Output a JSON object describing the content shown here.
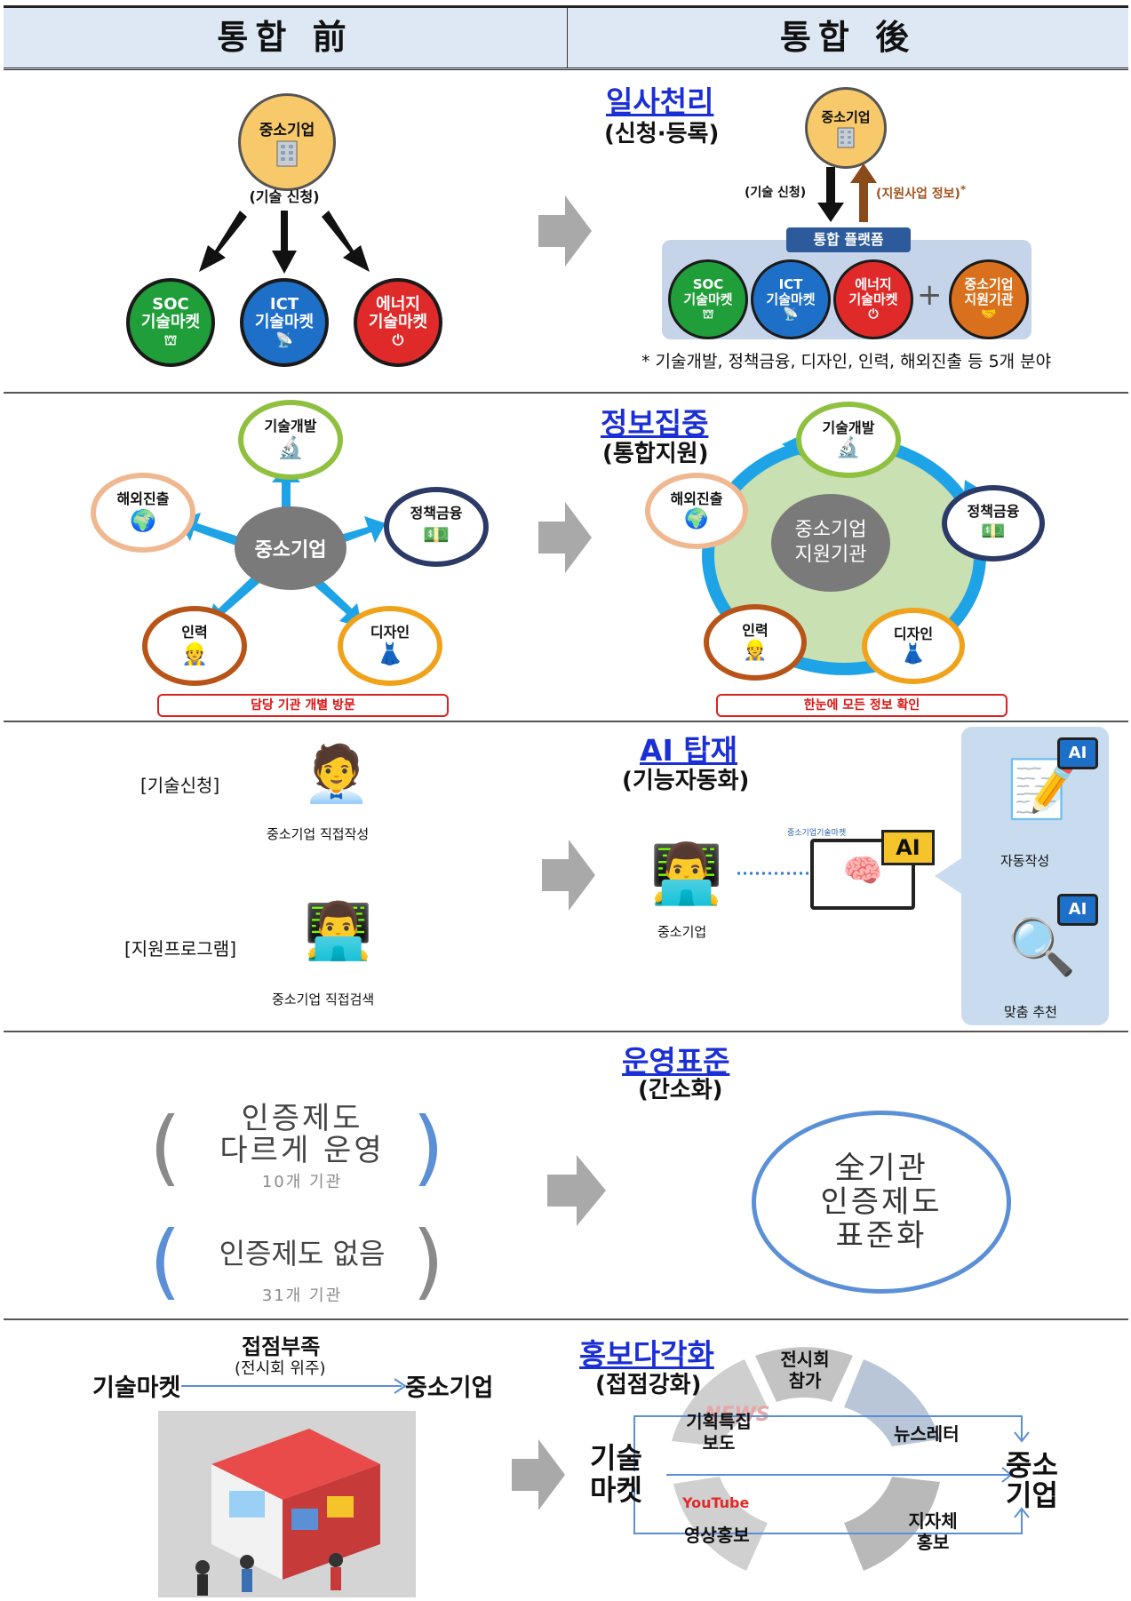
{
  "header": {
    "left": "통합 前",
    "right": "통합 後"
  },
  "row1": {
    "left": {
      "top_node": "중소기업",
      "caption": "(기술 신청)",
      "markets": [
        {
          "line1": "SOC",
          "line2": "기술마켓",
          "color": "#1f9e3a"
        },
        {
          "line1": "ICT",
          "line2": "기술마켓",
          "color": "#1e6fc8"
        },
        {
          "line1": "에너지",
          "line2": "기술마켓",
          "color": "#e02a2a"
        }
      ]
    },
    "right": {
      "title": "일사천리",
      "subtitle": "(신청·등록)",
      "top_node": "중소기업",
      "down_label": "(기술 신청)",
      "up_label": "(지원사업 정보)",
      "up_mark": "*",
      "platform": "통합 플랫폼",
      "markets": [
        {
          "line1": "SOC",
          "line2": "기술마켓",
          "color": "#1f9e3a"
        },
        {
          "line1": "ICT",
          "line2": "기술마켓",
          "color": "#1e6fc8"
        },
        {
          "line1": "에너지",
          "line2": "기술마켓",
          "color": "#e02a2a"
        }
      ],
      "plus": "+",
      "support": {
        "line1": "중소기업",
        "line2": "지원기관",
        "color": "#d9701e"
      },
      "footnote": "* 기술개발, 정책금융, 디자인, 인력, 해외진출 등 5개 분야"
    }
  },
  "row2": {
    "left": {
      "center": "중소기업",
      "nodes": [
        "기술개발",
        "정책금융",
        "디자인",
        "인력",
        "해외진출"
      ],
      "box": "담당 기관 개별 방문"
    },
    "right": {
      "title": "정보집중",
      "subtitle": "(통합지원)",
      "center_line1": "중소기업",
      "center_line2": "지원기관",
      "nodes": [
        "기술개발",
        "정책금융",
        "디자인",
        "인력",
        "해외진출"
      ],
      "box": "한눈에 모든 정보 확인"
    }
  },
  "row3": {
    "left": {
      "item1_label": "[기술신청]",
      "item1_caption": "중소기업 직접작성",
      "item2_label": "[지원프로그램]",
      "item2_caption": "중소기업 직접검색"
    },
    "right": {
      "title": "AI 탑재",
      "subtitle": "(기능자동화)",
      "user_caption": "중소기업",
      "screen_caption": "중소기업기술마켓",
      "ai": "AI",
      "auto_write": "자동작성",
      "recommend": "맞춤 추천"
    }
  },
  "row4": {
    "left": {
      "group1_line1": "인증제도",
      "group1_line2": "다르게 운영",
      "group1_count": "10개 기관",
      "group2_line1": "인증제도 없음",
      "group2_count": "31개 기관"
    },
    "right": {
      "title": "운영표준",
      "subtitle": "(간소화)",
      "line1": "全기관",
      "line2": "인증제도",
      "line3": "표준화"
    }
  },
  "row5": {
    "left": {
      "top1": "접점부족",
      "top2": "(전시회 위주)",
      "from": "기술마켓",
      "to": "중소기업"
    },
    "right": {
      "title": "홍보다각화",
      "subtitle": "(접점강화)",
      "from_line1": "기술",
      "from_line2": "마켓",
      "to_line1": "중소",
      "to_line2": "기업",
      "segments": [
        "전시회 참가",
        "뉴스레터",
        "지자체 홍보",
        "영상홍보",
        "기획특집 보도"
      ],
      "news_mark": "NEWS",
      "youtube_mark": "YouTube"
    }
  }
}
